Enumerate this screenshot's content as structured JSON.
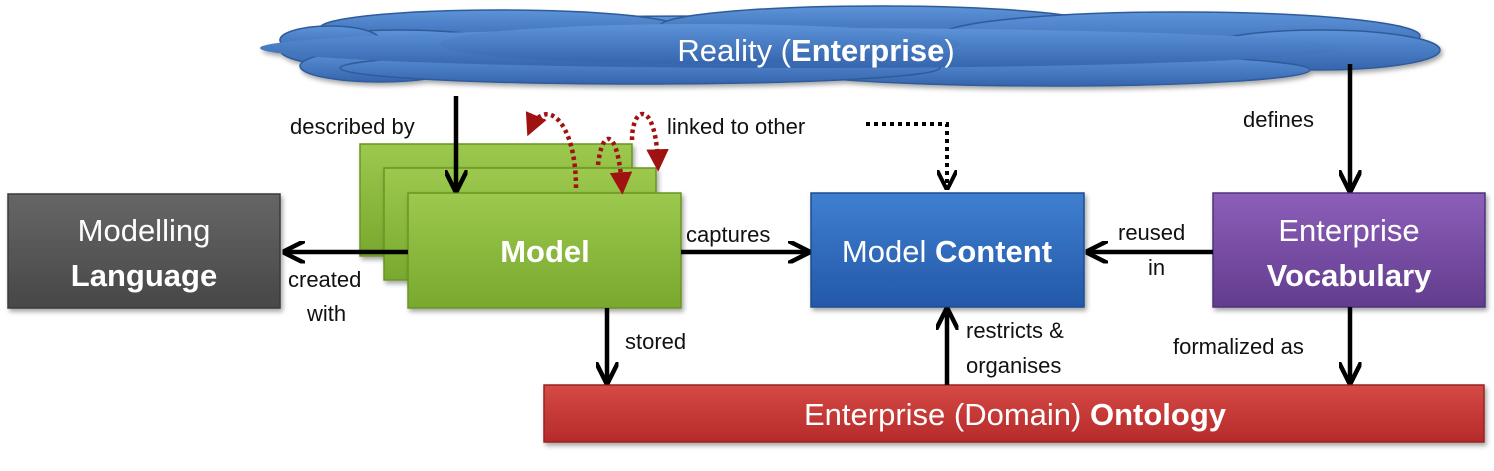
{
  "nodes": {
    "reality": {
      "text": "Reality (",
      "bold": "Enterprise",
      "suffix": ")"
    },
    "modelling_language": {
      "line1": "Modelling",
      "line2": "Language"
    },
    "model": {
      "label": "Model"
    },
    "model_content": {
      "text": "Model ",
      "bold": "Content"
    },
    "enterprise_vocabulary": {
      "line1": "Enterprise",
      "line2": "Vocabulary"
    },
    "ontology": {
      "text": "Enterprise (Domain) ",
      "bold": "Ontology"
    }
  },
  "edges": {
    "described_by": "described by",
    "linked_to_other": "linked to other",
    "defines": "defines",
    "created": "created",
    "with": "with",
    "captures": "captures",
    "reused": "reused",
    "in": "in",
    "stored": "stored",
    "restricts": "restricts &",
    "organises": "organises",
    "formalized_as": "formalized  as"
  },
  "colors": {
    "cloud": "#4a7fc8",
    "model_green": "#8cbd3c",
    "content_blue": "#2e6bbf",
    "vocabulary_purple": "#7b4fa6",
    "ontology_red": "#c93434",
    "language_gray": "#575757",
    "dotted_red": "#a01212"
  }
}
